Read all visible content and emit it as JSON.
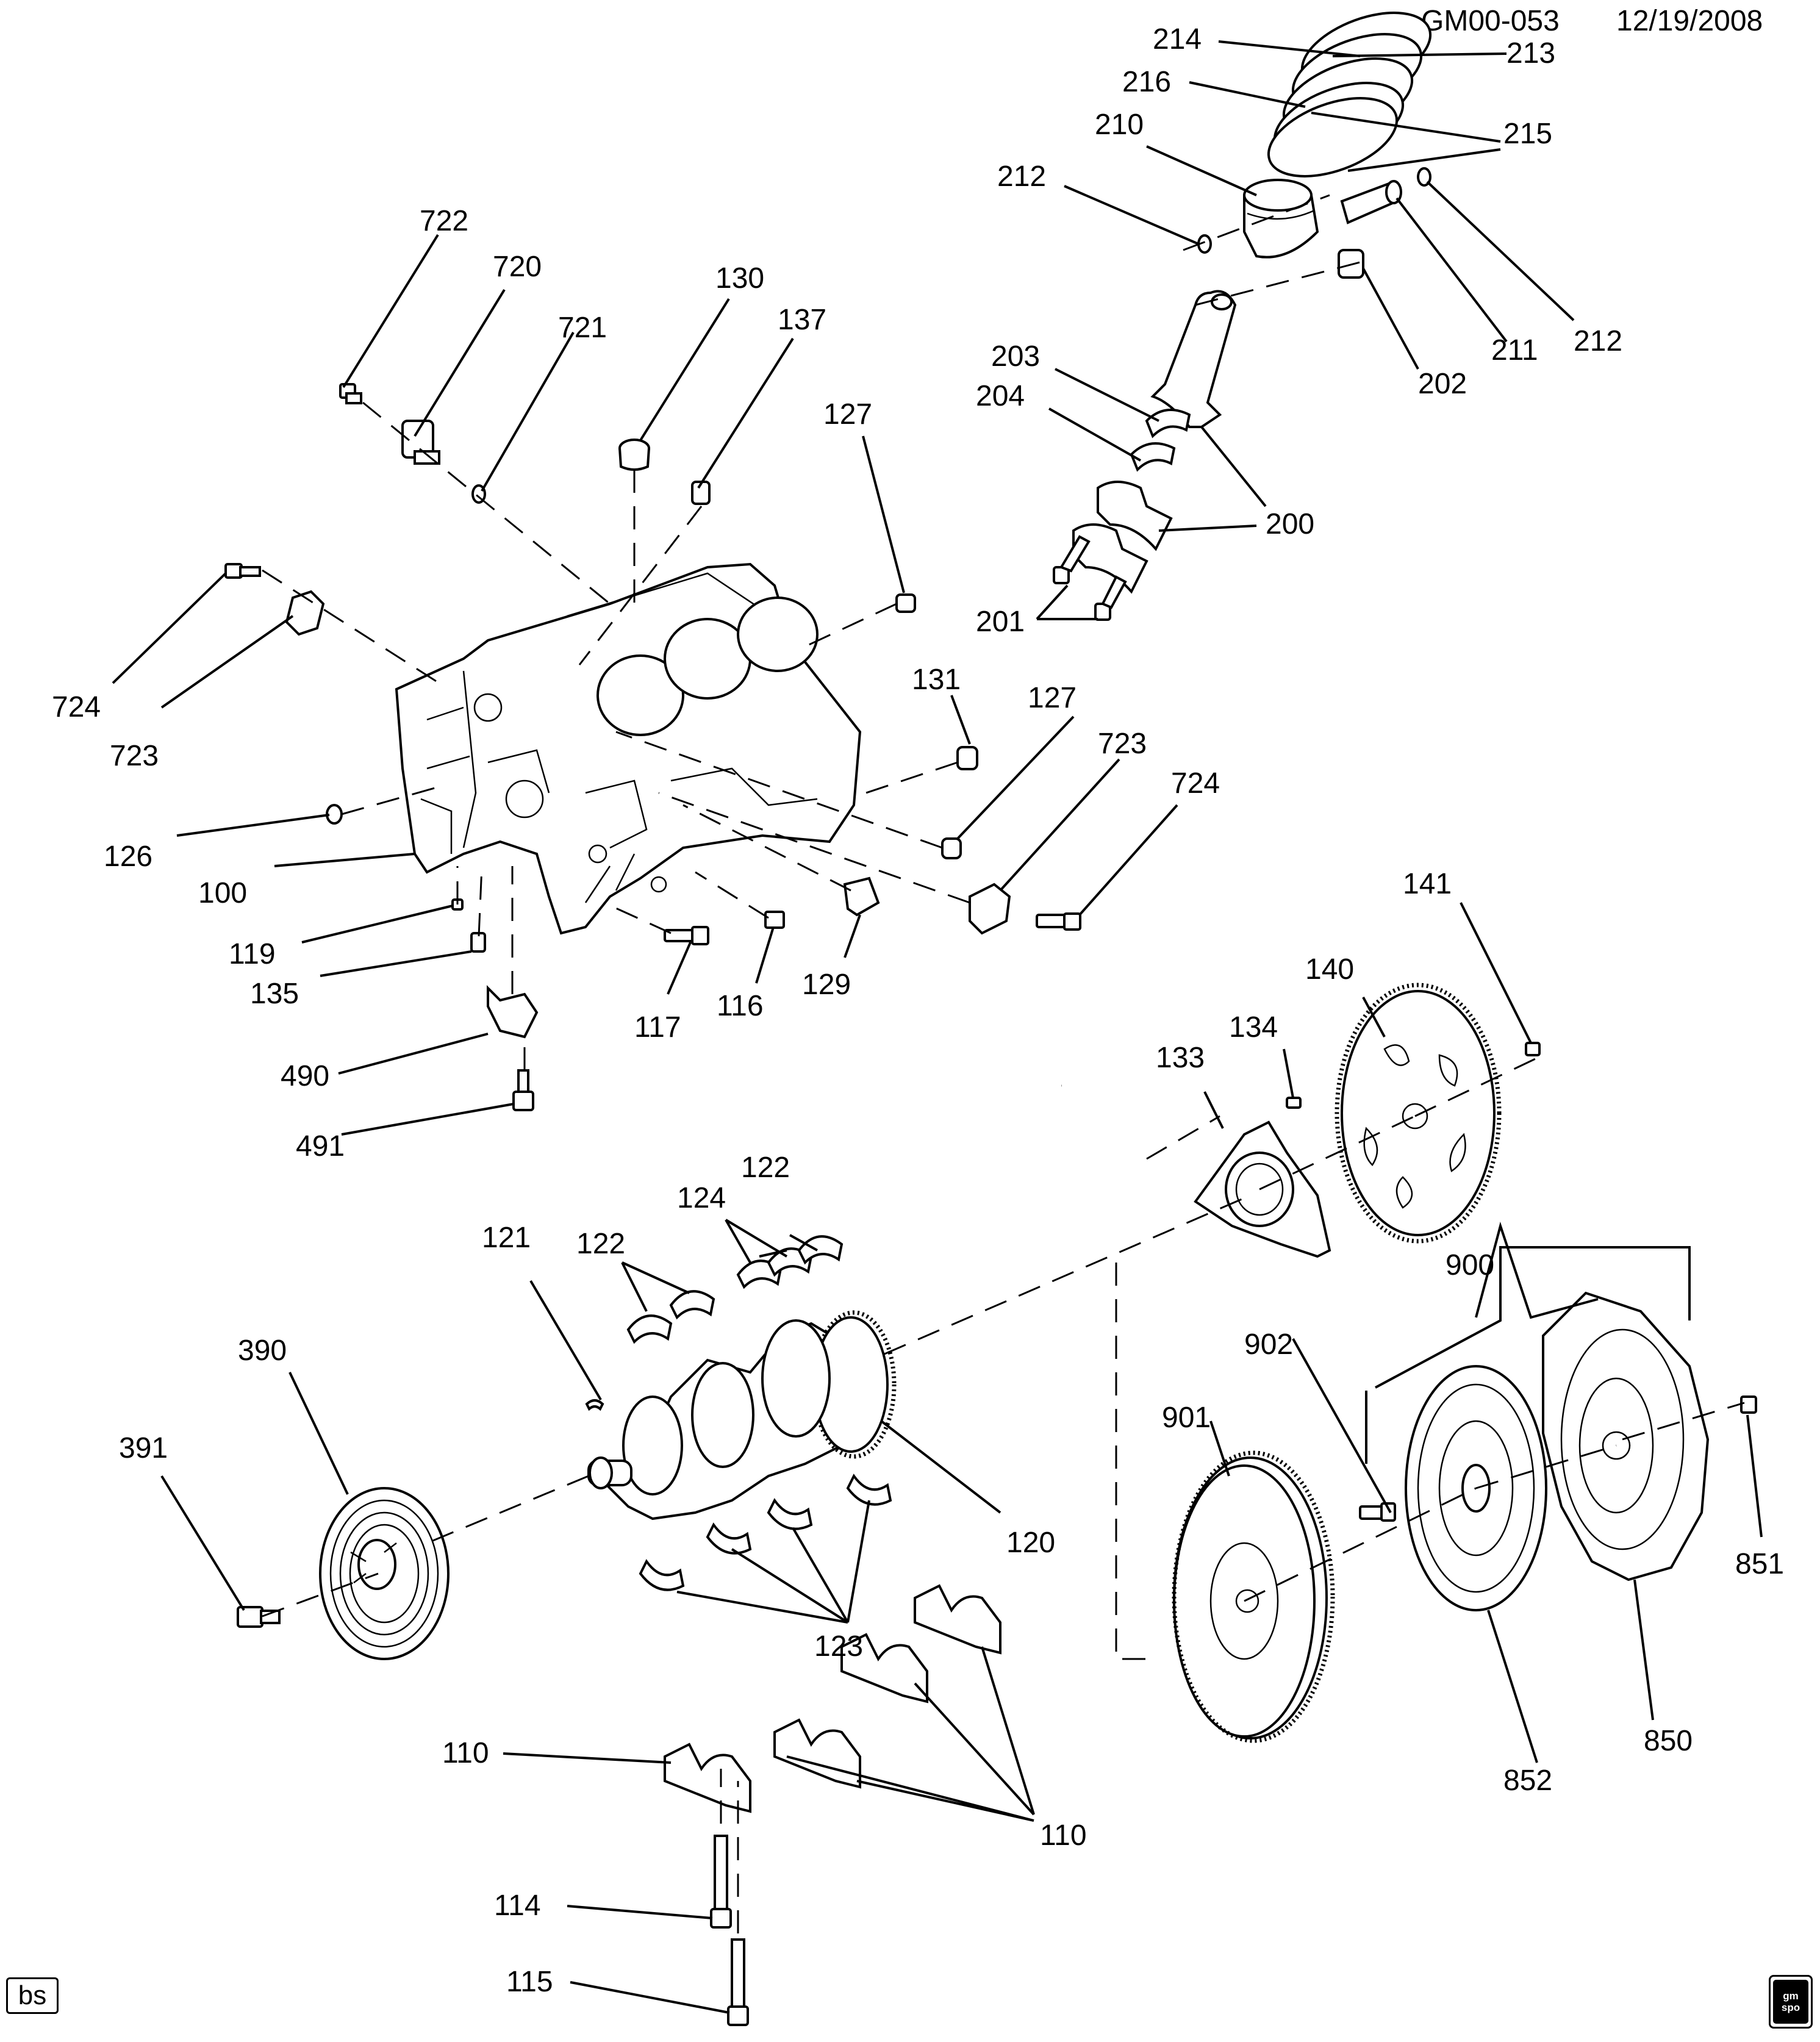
{
  "header": {
    "diagram_id": "GM00-053",
    "date": "12/19/2008"
  },
  "footer": {
    "badge": "bs",
    "logo_text": [
      "gm",
      "spo"
    ]
  },
  "callouts": {
    "p100": "100",
    "p110a": "110",
    "p110b": "110",
    "p114": "114",
    "p115": "115",
    "p116": "116",
    "p117": "117",
    "p119": "119",
    "p120": "120",
    "p121": "121",
    "p122a": "122",
    "p122b": "122",
    "p123": "123",
    "p124": "124",
    "p126": "126",
    "p127a": "127",
    "p127b": "127",
    "p129": "129",
    "p130": "130",
    "p131": "131",
    "p133": "133",
    "p134": "134",
    "p135": "135",
    "p137": "137",
    "p140": "140",
    "p141": "141",
    "p200": "200",
    "p201": "201",
    "p202": "202",
    "p203": "203",
    "p204": "204",
    "p210": "210",
    "p211": "211",
    "p212a": "212",
    "p212b": "212",
    "p213": "213",
    "p214": "214",
    "p215": "215",
    "p216": "216",
    "p390": "390",
    "p391": "391",
    "p490": "490",
    "p491": "491",
    "p720": "720",
    "p721": "721",
    "p722": "722",
    "p723a": "723",
    "p723b": "723",
    "p724a": "724",
    "p724b": "724",
    "p850": "850",
    "p851": "851",
    "p852": "852",
    "p900": "900",
    "p901": "901",
    "p902": "902"
  }
}
